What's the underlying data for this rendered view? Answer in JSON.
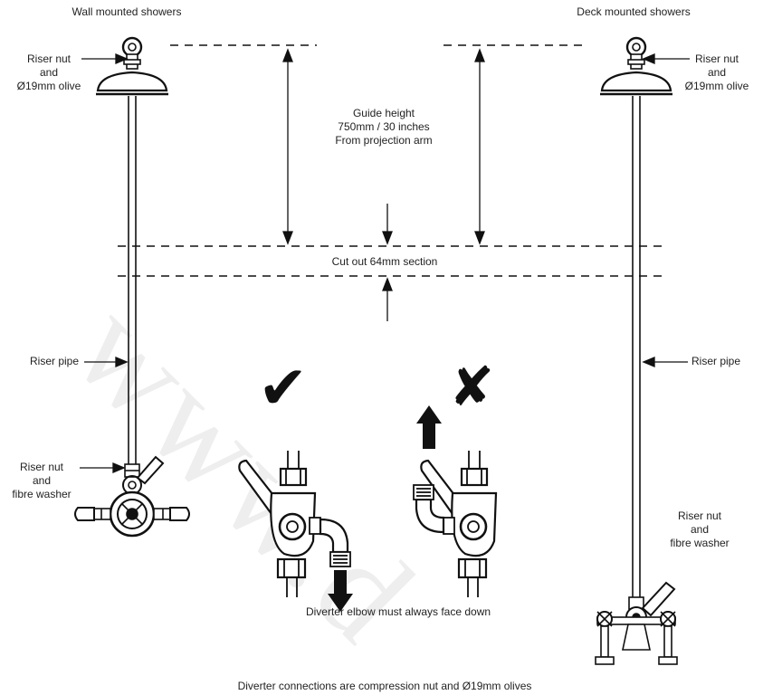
{
  "headings": {
    "wall": "Wall mounted showers",
    "deck": "Deck mounted showers"
  },
  "labels": {
    "wall_top_nut": [
      "Riser nut",
      "and",
      "Ø19mm olive"
    ],
    "deck_top_nut": [
      "Riser nut",
      "and",
      "Ø19mm olive"
    ],
    "guide_height": [
      "Guide height",
      "750mm / 30 inches",
      "From projection arm"
    ],
    "cut_out": "Cut out 64mm section",
    "wall_riser_pipe": "Riser pipe",
    "deck_riser_pipe": "Riser pipe",
    "wall_bottom_nut": [
      "Riser nut",
      "and",
      "fibre washer"
    ],
    "deck_bottom_nut": [
      "Riser nut",
      "and",
      "fibre washer"
    ],
    "diverter_note": "Diverter elbow must always face down",
    "connections_note": "Diverter connections are compression nut and Ø19mm olives"
  },
  "marks": {
    "correct": "✔",
    "incorrect": "✘"
  },
  "watermark": "www.d"
}
